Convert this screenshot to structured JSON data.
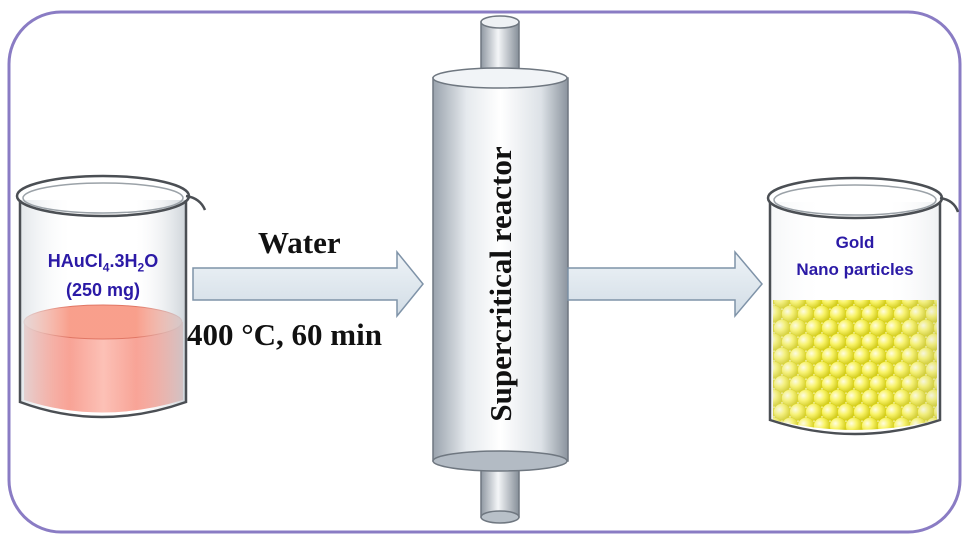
{
  "diagram": {
    "colors": {
      "frame_stroke": "#8a7cc4",
      "frame_fill": "#ffffff",
      "arrow_fill": "#dde7ee",
      "arrow_stroke": "#7f93a8",
      "reactor_body": "#e9edf1",
      "precursor_liquid": "#f36f5c",
      "gold_particles": "#f5f24a",
      "label_blue": "#2b1aa6",
      "label_black": "#111111"
    },
    "precursor": {
      "formula_base": "HAuCl",
      "formula_sub1": "4",
      "formula_mid": ".3H",
      "formula_sub2": "2",
      "formula_end": "O",
      "amount": "(250 mg)"
    },
    "conditions": {
      "solvent": "Water",
      "temperature_time": "400 °C, 60 min"
    },
    "reactor": {
      "label": "Supercritical reactor"
    },
    "product": {
      "line1": "Gold",
      "line2": "Nano particles"
    }
  }
}
